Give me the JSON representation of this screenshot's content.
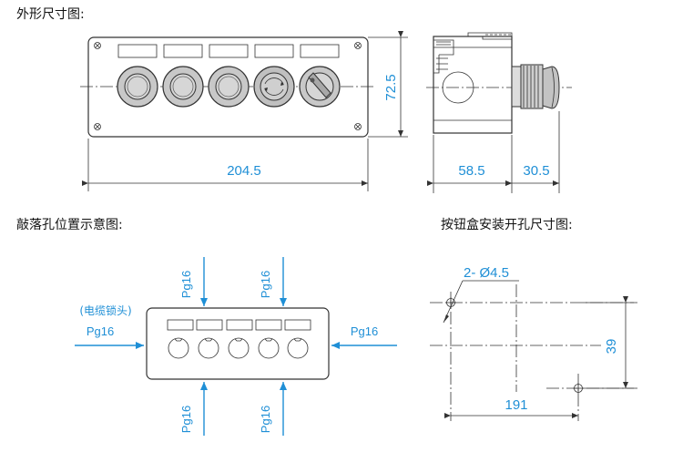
{
  "sections": {
    "outline_title": "外形尺寸图:",
    "knockout_title": "敲落孔位置示意图:",
    "mounting_title": "按钮盒安装开孔尺寸图:"
  },
  "dimensions": {
    "width": "204.5",
    "height": "72.5",
    "depth": "58.5",
    "button_protrusion": "30.5",
    "hole_spacing_x": "191",
    "hole_spacing_y": "39",
    "hole_spec": "2- Ø4.5"
  },
  "knockouts": {
    "note": "(电缆锁头)",
    "top_left": "Pg16",
    "top_right": "Pg16",
    "left": "Pg16",
    "right": "Pg16",
    "bottom_left": "Pg16",
    "bottom_right": "Pg16"
  },
  "colors": {
    "dimension_text": "#1f8fd6",
    "button_fill": "#c8c8c8",
    "estop_fill": "#bdbdbd"
  }
}
